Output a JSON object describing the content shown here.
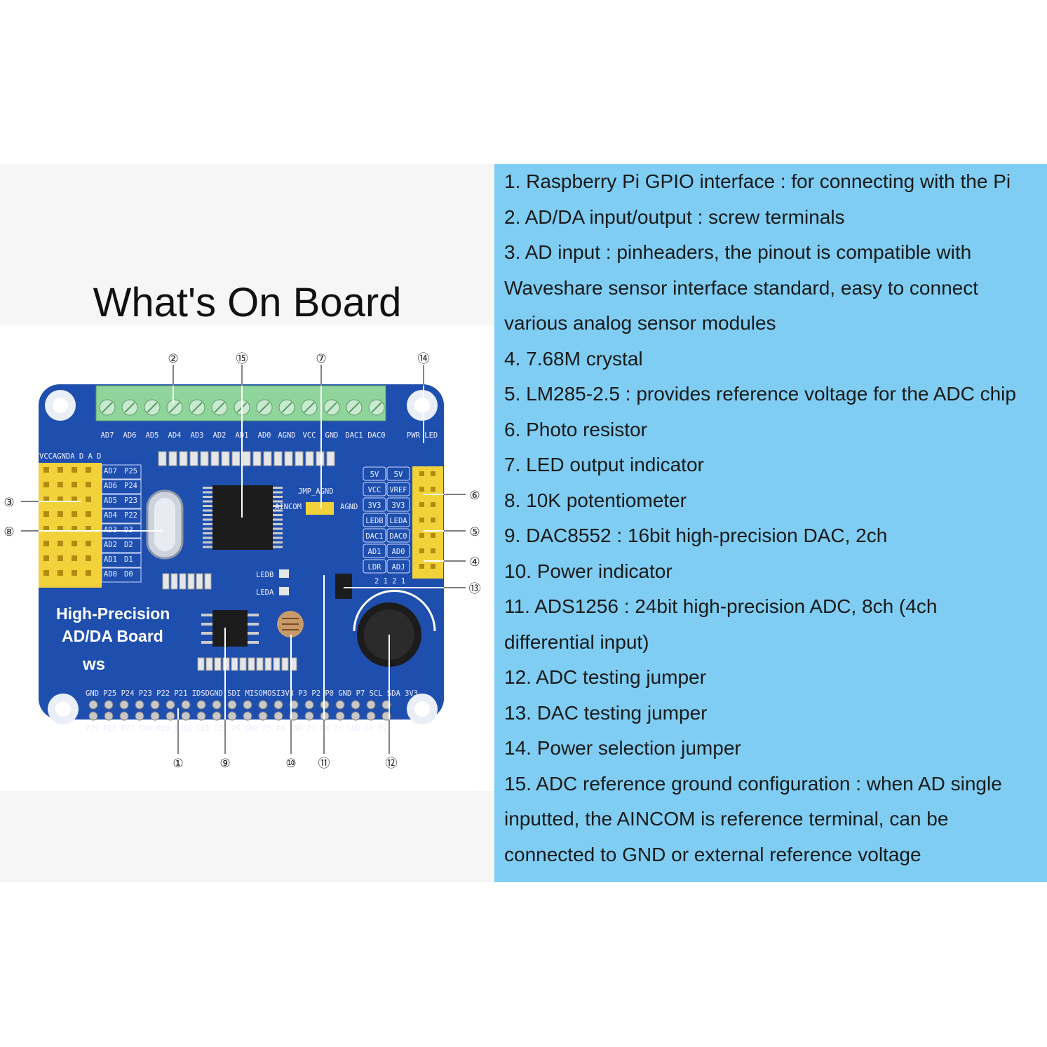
{
  "title": "What's On Board",
  "board": {
    "name_line1": "High-Precision",
    "name_line2": "AD/DA Board",
    "logo_text": "ws",
    "terminal_labels": [
      "AD7",
      "AD6",
      "AD5",
      "AD4",
      "AD3",
      "AD2",
      "AD1",
      "AD0",
      "AGND",
      "VCC",
      "GND",
      "DAC1",
      "DAC0"
    ],
    "pwr_led_label": "PWR LED",
    "header_top_labels": "VCCAGNDA  D   A    D",
    "pin_rows": [
      [
        "AD7",
        "P25"
      ],
      [
        "AD6",
        "P24"
      ],
      [
        "AD5",
        "P23"
      ],
      [
        "AD4",
        "P22"
      ],
      [
        "AD3",
        "D3"
      ],
      [
        "AD2",
        "D2"
      ],
      [
        "AD1",
        "D1"
      ],
      [
        "AD0",
        "D0"
      ]
    ],
    "jumper_grid": [
      [
        "5V",
        "5V"
      ],
      [
        "VCC",
        "VREF"
      ],
      [
        "3V3",
        "3V3"
      ],
      [
        "LEDB",
        "LEDA"
      ],
      [
        "DAC1",
        "DAC0"
      ],
      [
        "AD1",
        "AD0"
      ],
      [
        "LDR",
        "ADJ"
      ]
    ],
    "jumper_numbers": "2   1       2   1",
    "jmp_agnd": "JMP_AGND",
    "aincom": "AINCOM",
    "agnd": "AGND",
    "ledb": "LEDB",
    "leda": "LEDA",
    "gpio_top_labels": "GND P25 P24 P23 P22 P21 IDSDGND SDI MISOMOSI3V3 P3  P2  P0  GND P7  SCL SDA 3V3",
    "gpio_bottom_labels": "P29 P28 P27 GND P26 IDSC CE1 CE0 P6 GND P5  P4 GND P1  RX  TX GND 5V  5V"
  },
  "callouts": [
    "①",
    "②",
    "③",
    "④",
    "⑤",
    "⑥",
    "⑦",
    "⑧",
    "⑨",
    "⑩",
    "⑪",
    "⑫",
    "⑬",
    "⑭",
    "⑮"
  ],
  "descriptions": [
    "1. Raspberry Pi GPIO interface : for connecting with the Pi",
    "2. AD/DA input/output : screw terminals",
    "3. AD input : pinheaders, the pinout is compatible with",
    "Waveshare sensor interface standard, easy to connect",
    "various analog sensor modules",
    "4. 7.68M crystal",
    "5. LM285-2.5 : provides reference voltage for the ADC chip",
    "6. Photo resistor",
    "7. LED output indicator",
    "8. 10K potentiometer",
    "9. DAC8552 : 16bit high-precision DAC, 2ch",
    "10. Power indicator",
    "11.  ADS1256 : 24bit high-precision ADC, 8ch (4ch",
    "differential input)",
    "12. ADC testing jumper",
    "13. DAC testing jumper",
    "14. Power selection jumper",
    "15. ADC reference ground configuration : when AD single",
    "inputted, the AINCOM is reference terminal, can be",
    "connected to GND or external reference voltage"
  ],
  "colors": {
    "panel_blue": "#7fcdf3",
    "pcb_blue": "#1f4fae",
    "terminal_green": "#8fd49a",
    "header_yellow": "#f2d23a"
  }
}
